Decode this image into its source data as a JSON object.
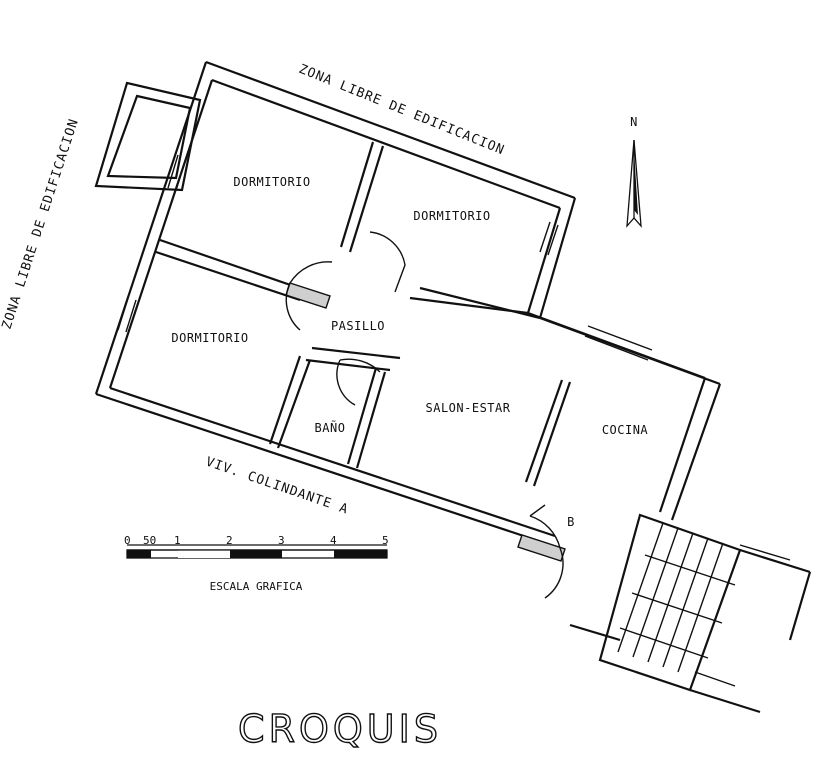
{
  "title": "CROQUIS",
  "zones": {
    "top": "ZONA LIBRE DE EDIFICACION",
    "left": "ZONA LIBRE DE EDIFICACION",
    "bottom": "VIV. COLINDANTE A"
  },
  "rooms": {
    "dormitorio_1": "DORMITORIO",
    "dormitorio_2": "DORMITORIO",
    "dormitorio_3": "DORMITORIO",
    "pasillo": "PASILLO",
    "bano": "BAÑO",
    "salon": "SALON-ESTAR",
    "cocina": "COCINA"
  },
  "north": "N",
  "door_mark": "B",
  "scale": {
    "caption": "ESCALA GRAFICA",
    "ticks": [
      "0",
      "50",
      "1",
      "2",
      "3",
      "4",
      "5"
    ]
  }
}
